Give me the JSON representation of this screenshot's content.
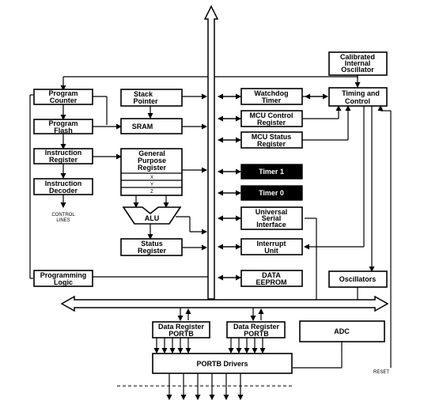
{
  "blocks": {
    "program_counter": [
      "Program",
      "Counter"
    ],
    "stack_pointer": [
      "Stack",
      "Pointer"
    ],
    "program_flash": [
      "Program",
      "Flash"
    ],
    "sram": [
      "SRAM"
    ],
    "instruction_register": [
      "Instruction",
      "Register"
    ],
    "general_purpose_register": [
      "General",
      "Purpose",
      "Register"
    ],
    "gpr_rows": [
      "X",
      "Y",
      "Z"
    ],
    "instruction_decoder": [
      "Instruction",
      "Decoder"
    ],
    "control_lines": [
      "CONTROL",
      "LINES"
    ],
    "alu": [
      "ALU"
    ],
    "status_register": [
      "Status",
      "Register"
    ],
    "programming_logic": [
      "Programming",
      "Logic"
    ],
    "watchdog_timer": [
      "Watchdog",
      "Timer"
    ],
    "mcu_control_register": [
      "MCU Control",
      "Register"
    ],
    "mcu_status_register": [
      "MCU Status",
      "Register"
    ],
    "timer1": [
      "Timer 1"
    ],
    "timer0": [
      "Timer 0"
    ],
    "usi": [
      "Universal",
      "Serial",
      "Interface"
    ],
    "interrupt_unit": [
      "Interrupt",
      "Unit"
    ],
    "data_eeprom": [
      "DATA",
      "EEPROM"
    ],
    "calibrated_oscillator": [
      "Calibrated",
      "Internal",
      "Oscillator"
    ],
    "timing_control": [
      "Timing and",
      "Control"
    ],
    "oscillators": [
      "Oscillators"
    ],
    "data_register_1": [
      "Data Register",
      "PORTB"
    ],
    "data_register_2": [
      "Data Register",
      "PORTB"
    ],
    "adc": [
      "ADC"
    ],
    "portb_drivers": [
      "PORTB Drivers"
    ],
    "reset": [
      "RESET"
    ]
  }
}
